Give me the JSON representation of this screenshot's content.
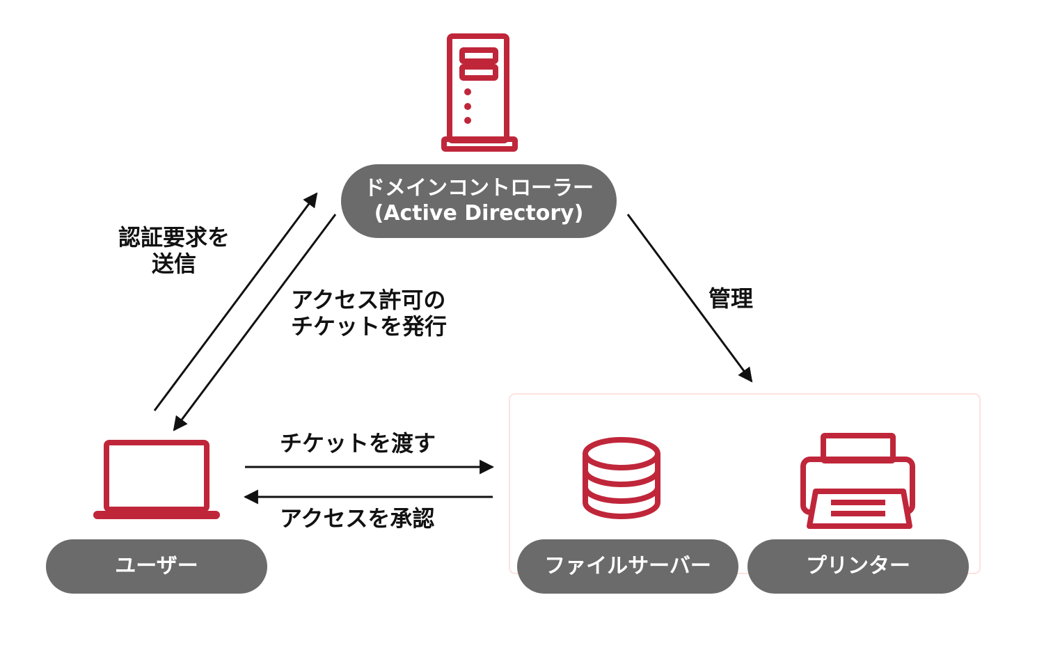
{
  "nodes": {
    "domain_controller": {
      "line1": "ドメインコントローラー",
      "line2": "(Active Directory)",
      "icon": "server-icon"
    },
    "user": {
      "label": "ユーザー",
      "icon": "laptop-icon"
    },
    "file_server": {
      "label": "ファイルサーバー",
      "icon": "database-icon"
    },
    "printer": {
      "label": "プリンター",
      "icon": "printer-icon"
    }
  },
  "edges": {
    "auth_request": {
      "line1": "認証要求を",
      "line2": "送信"
    },
    "ticket_issue": {
      "line1": "アクセス許可の",
      "line2": "チケットを発行"
    },
    "manage": {
      "label": "管理"
    },
    "pass_ticket": {
      "label": "チケットを渡す"
    },
    "approve_access": {
      "label": "アクセスを承認"
    }
  },
  "colors": {
    "icon": "#c0263a",
    "pill": "#6b6b6b",
    "arrow": "#111111",
    "group_border": "#fbe3de"
  }
}
